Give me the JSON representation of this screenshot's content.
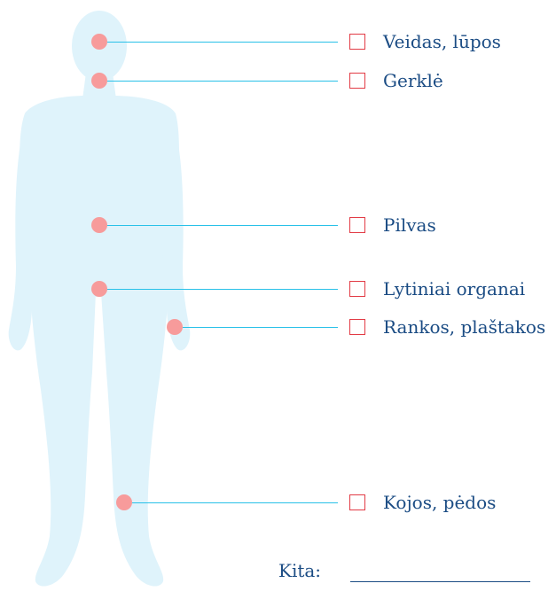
{
  "colors": {
    "silhouette": "#dff3fb",
    "dot": "#f79b9b",
    "line": "#29c1e8",
    "checkbox": "#e23b45",
    "text": "#1b4c84"
  },
  "body_parts": [
    {
      "id": "face-lips",
      "label": "Veidas, lūpos",
      "checked": false
    },
    {
      "id": "throat",
      "label": "Gerklė",
      "checked": false
    },
    {
      "id": "abdomen",
      "label": "Pilvas",
      "checked": false
    },
    {
      "id": "genitals",
      "label": "Lytiniai organai",
      "checked": false
    },
    {
      "id": "hands",
      "label": "Rankos, plaštakos",
      "checked": false
    },
    {
      "id": "legs-feet",
      "label": "Kojos, pėdos",
      "checked": false
    }
  ],
  "other": {
    "label": "Kita:",
    "value": ""
  }
}
